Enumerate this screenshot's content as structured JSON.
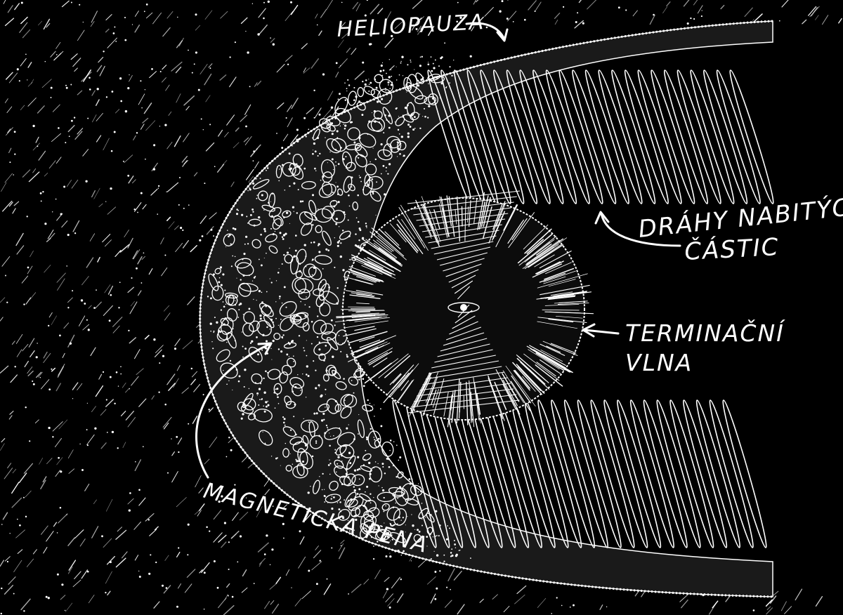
{
  "colors": {
    "background": "#000000",
    "ink": "#ffffff"
  },
  "labels": {
    "heliopause": "HELIOPAUZA",
    "particle_paths_line1": "DRÁHY NABITÝCH",
    "particle_paths_line2": "ČÁSTIC",
    "termination_shock_line1": "TERMINAČNÍ",
    "termination_shock_line2": "VLNA",
    "magnetic_foam": "MAGNETICKÁ PĚNA"
  }
}
